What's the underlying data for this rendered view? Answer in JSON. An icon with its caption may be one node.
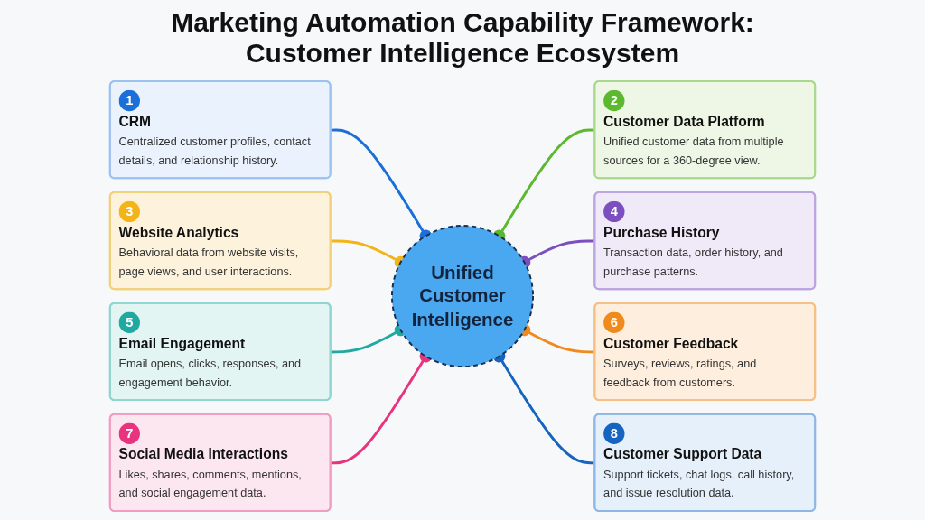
{
  "diagram": {
    "title": "Marketing Automation Capability Framework: Customer Intelligence Ecosystem",
    "nodes": [
      {
        "text": [
          "Unified Customer Intelligence"
        ]
      },
      {
        "text": [
          "1",
          "CRM",
          "Centralized customer profiles, contact details, and relationship history."
        ]
      },
      {
        "text": [
          "2",
          "Customer Data Platform",
          "Unified customer data from multiple sources for a 360-degree view."
        ]
      },
      {
        "text": [
          "3",
          "Website Analytics",
          "Behavioral data from website visits, page views, and user interactions."
        ]
      },
      {
        "text": [
          "4",
          "Purchase History",
          "Transaction data, order history, and purchase patterns."
        ]
      },
      {
        "text": [
          "5",
          "Email Engagement",
          "Email opens, clicks, responses, and engagement behavior."
        ]
      },
      {
        "text": [
          "6",
          "Customer Feedback",
          "Surveys, reviews, ratings, and feedback from customers."
        ]
      },
      {
        "text": [
          "7",
          "Social Media Interactions",
          "Likes, shares, comments, mentions, and social engagement data."
        ]
      },
      {
        "text": [
          "8",
          "Customer Support Data",
          "Support tickets, chat logs, call history, and issue resolution data."
        ]
      }
    ],
    "edges": [
      {
        "from": 1,
        "to": 0,
        "arrow": "other",
        "color": "#1a6fd8"
      },
      {
        "from": 2,
        "to": 0,
        "arrow": "other",
        "color": "#5cb82e"
      },
      {
        "from": 3,
        "to": 0,
        "arrow": "other",
        "color": "#f2b418"
      },
      {
        "from": 4,
        "to": 0,
        "arrow": "other",
        "color": "#7b4fc0"
      },
      {
        "from": 5,
        "to": 0,
        "arrow": "other",
        "color": "#1fa9a0"
      },
      {
        "from": 6,
        "to": 0,
        "arrow": "other",
        "color": "#f08a1c"
      },
      {
        "from": 7,
        "to": 0,
        "arrow": "other",
        "color": "#e8347e"
      },
      {
        "from": 8,
        "to": 0,
        "arrow": "other",
        "color": "#1565c0"
      }
    ]
  }
}
